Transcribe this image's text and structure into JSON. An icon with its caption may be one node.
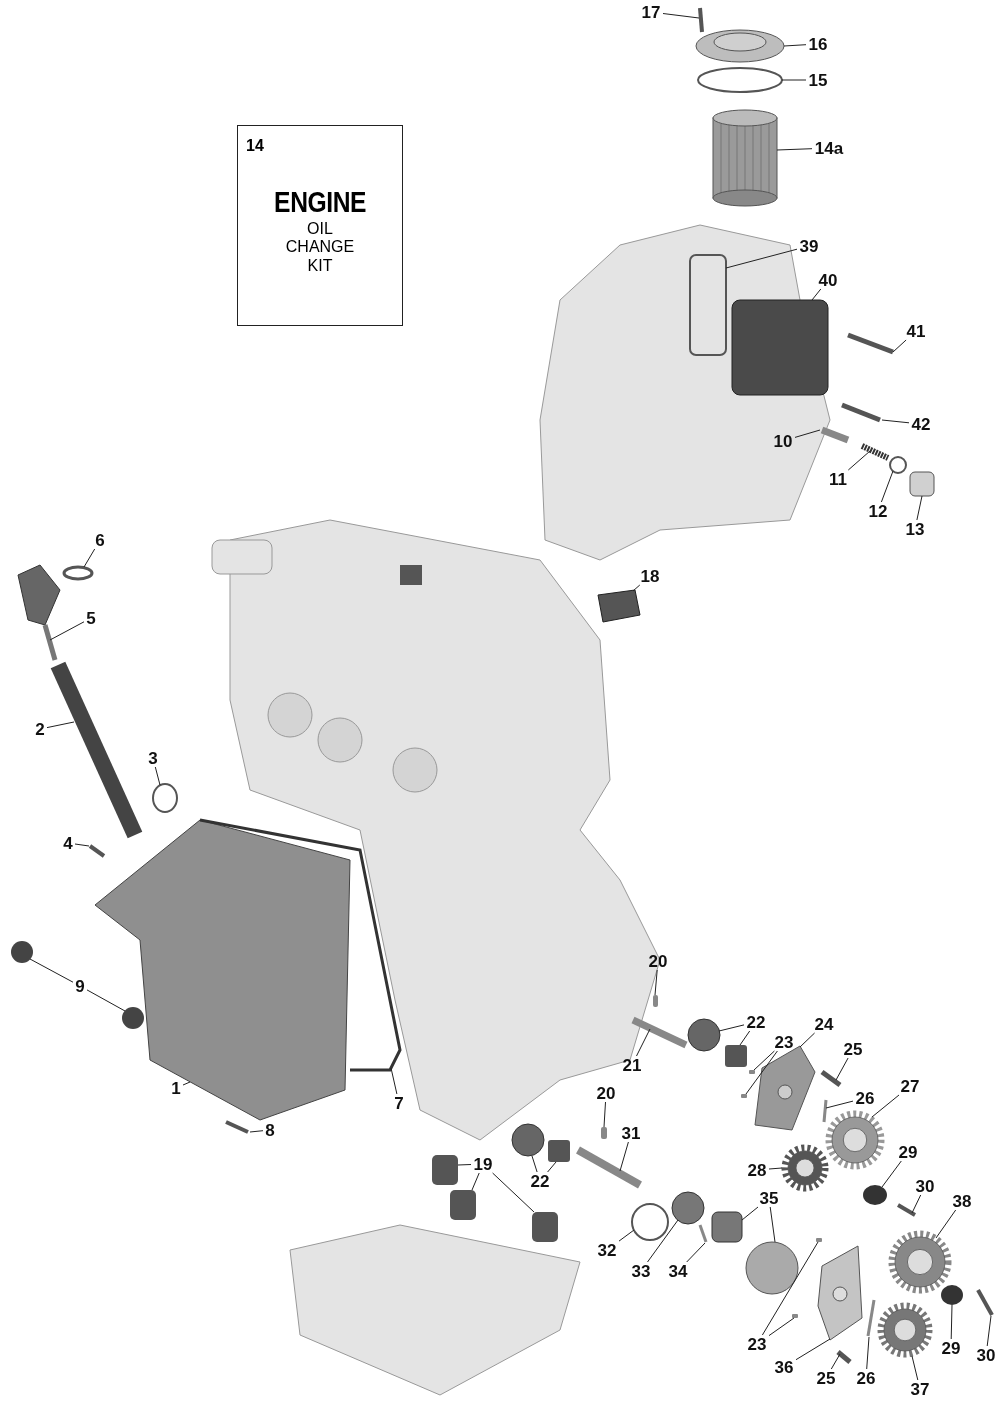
{
  "diagram": {
    "nodes": [
      {
        "text": [
          "14",
          "ENGINE",
          "OIL CHANGE KIT"
        ]
      },
      {
        "text": [
          "17"
        ]
      },
      {
        "text": [
          "16"
        ]
      },
      {
        "text": [
          "15"
        ]
      },
      {
        "text": [
          "14a"
        ]
      },
      {
        "text": [
          "39"
        ]
      },
      {
        "text": [
          "40"
        ]
      },
      {
        "text": [
          "41"
        ]
      },
      {
        "text": [
          "42"
        ]
      },
      {
        "text": [
          "10"
        ]
      },
      {
        "text": [
          "11"
        ]
      },
      {
        "text": [
          "12"
        ]
      },
      {
        "text": [
          "13"
        ]
      },
      {
        "text": [
          "6"
        ]
      },
      {
        "text": [
          "18"
        ]
      },
      {
        "text": [
          "5"
        ]
      },
      {
        "text": [
          "2"
        ]
      },
      {
        "text": [
          "3"
        ]
      },
      {
        "text": [
          "4"
        ]
      },
      {
        "text": [
          "9"
        ]
      },
      {
        "text": [
          "20"
        ]
      },
      {
        "text": [
          "22"
        ]
      },
      {
        "text": [
          "23"
        ]
      },
      {
        "text": [
          "24"
        ]
      },
      {
        "text": [
          "25"
        ]
      },
      {
        "text": [
          "1"
        ]
      },
      {
        "text": [
          "7"
        ]
      },
      {
        "text": [
          "21"
        ]
      },
      {
        "text": [
          "26"
        ]
      },
      {
        "text": [
          "27"
        ]
      },
      {
        "text": [
          "8"
        ]
      },
      {
        "text": [
          "20"
        ]
      },
      {
        "text": [
          "31"
        ]
      },
      {
        "text": [
          "28"
        ]
      },
      {
        "text": [
          "29"
        ]
      },
      {
        "text": [
          "30"
        ]
      },
      {
        "text": [
          "19"
        ]
      },
      {
        "text": [
          "22"
        ]
      },
      {
        "text": [
          "38"
        ]
      },
      {
        "text": [
          "35"
        ]
      },
      {
        "text": [
          "32"
        ]
      },
      {
        "text": [
          "33"
        ]
      },
      {
        "text": [
          "34"
        ]
      },
      {
        "text": [
          "23"
        ]
      },
      {
        "text": [
          "36"
        ]
      },
      {
        "text": [
          "25"
        ]
      },
      {
        "text": [
          "26"
        ]
      },
      {
        "text": [
          "29"
        ]
      },
      {
        "text": [
          "30"
        ]
      },
      {
        "text": [
          "37"
        ]
      },
      {
        "text": [],
        "shape": "bar"
      },
      {
        "text": [],
        "shape": "picture"
      },
      {
        "text": [],
        "shape": "circle"
      },
      {
        "text": [],
        "shape": "picture"
      },
      {
        "text": [],
        "shape": "box"
      },
      {
        "text": [],
        "shape": "box"
      },
      {
        "text": [],
        "shape": "bar"
      },
      {
        "text": [],
        "shape": "bar"
      },
      {
        "text": [],
        "shape": "bar"
      },
      {
        "text": [],
        "shape": "picture"
      },
      {
        "text": [],
        "shape": "circle"
      },
      {
        "text": [],
        "shape": "box"
      },
      {
        "text": [],
        "shape": "circle"
      },
      {
        "text": [],
        "shape": "picture"
      },
      {
        "text": [],
        "shape": "picture"
      },
      {
        "text": [],
        "shape": "bar"
      },
      {
        "text": [],
        "shape": "circle"
      },
      {
        "text": [],
        "shape": "bar"
      },
      {
        "text": [],
        "shape": "circle"
      },
      {
        "text": [],
        "shape": "circle"
      },
      {
        "text": [],
        "shape": "box"
      },
      {
        "text": [],
        "shape": "circle"
      },
      {
        "text": [],
        "shape": "box"
      },
      {
        "text": [],
        "shape": "box"
      },
      {
        "text": [],
        "shape": "box"
      },
      {
        "text": [],
        "shape": "picture"
      },
      {
        "text": [],
        "shape": "bar"
      },
      {
        "text": [],
        "shape": "picture"
      },
      {
        "text": [],
        "shape": "picture"
      },
      {
        "text": [],
        "shape": "bar"
      },
      {
        "text": [],
        "shape": "bar"
      },
      {
        "text": [],
        "shape": "picture"
      },
      {
        "text": [],
        "shape": "bar"
      },
      {
        "text": [],
        "shape": "box"
      },
      {
        "text": [],
        "shape": "bar"
      },
      {
        "text": [],
        "shape": "picture"
      },
      {
        "text": [],
        "shape": "circle"
      },
      {
        "text": [],
        "shape": "bar"
      },
      {
        "text": [],
        "shape": "box"
      },
      {
        "text": [],
        "shape": "box"
      },
      {
        "text": [],
        "shape": "box"
      },
      {
        "text": [],
        "shape": "circle"
      },
      {
        "text": [],
        "shape": "box"
      },
      {
        "text": [],
        "shape": "picture"
      },
      {
        "text": [],
        "shape": "box"
      },
      {
        "text": [],
        "shape": "circle"
      },
      {
        "text": [],
        "shape": "circle"
      },
      {
        "text": [],
        "shape": "circle"
      },
      {
        "text": [],
        "shape": "bar"
      },
      {
        "text": [],
        "shape": "box"
      },
      {
        "text": [],
        "shape": "box"
      },
      {
        "text": [],
        "shape": "picture"
      },
      {
        "text": [],
        "shape": "bar"
      },
      {
        "text": [],
        "shape": "bar"
      },
      {
        "text": [],
        "shape": "circle"
      },
      {
        "text": [],
        "shape": "bar"
      },
      {
        "text": [],
        "shape": "picture"
      }
    ],
    "edges": [
      {
        "from": 1,
        "to": 50,
        "arrow": "none"
      },
      {
        "from": 2,
        "to": 51,
        "arrow": "none"
      },
      {
        "from": 3,
        "to": 52,
        "arrow": "none"
      },
      {
        "from": 4,
        "to": 53,
        "arrow": "none"
      },
      {
        "from": 5,
        "to": 54,
        "arrow": "none"
      },
      {
        "from": 6,
        "to": 55,
        "arrow": "none"
      },
      {
        "from": 7,
        "to": 56,
        "arrow": "none"
      },
      {
        "from": 8,
        "to": 57,
        "arrow": "none"
      },
      {
        "from": 9,
        "to": 58,
        "arrow": "none"
      },
      {
        "from": 10,
        "to": 59,
        "arrow": "none"
      },
      {
        "from": 11,
        "to": 60,
        "arrow": "none"
      },
      {
        "from": 12,
        "to": 61,
        "arrow": "none"
      },
      {
        "from": 13,
        "to": 62,
        "arrow": "none"
      },
      {
        "from": 14,
        "to": 63,
        "arrow": "none"
      },
      {
        "from": 15,
        "to": 64,
        "arrow": "none"
      },
      {
        "from": 16,
        "to": 65,
        "arrow": "none"
      },
      {
        "from": 17,
        "to": 66,
        "arrow": "none"
      },
      {
        "from": 18,
        "to": 67,
        "arrow": "none"
      },
      {
        "from": 19,
        "to": 68,
        "arrow": "none"
      },
      {
        "from": 19,
        "to": 69,
        "arrow": "none"
      },
      {
        "from": 20,
        "to": 70,
        "arrow": "none"
      },
      {
        "from": 21,
        "to": 71,
        "arrow": "none"
      },
      {
        "from": 21,
        "to": 72,
        "arrow": "none"
      },
      {
        "from": 22,
        "to": 73,
        "arrow": "none"
      },
      {
        "from": 22,
        "to": 74,
        "arrow": "none"
      },
      {
        "from": 23,
        "to": 75,
        "arrow": "none"
      },
      {
        "from": 24,
        "to": 76,
        "arrow": "none"
      },
      {
        "from": 25,
        "to": 77,
        "arrow": "none"
      },
      {
        "from": 26,
        "to": 78,
        "arrow": "none"
      },
      {
        "from": 27,
        "to": 79,
        "arrow": "none"
      },
      {
        "from": 28,
        "to": 80,
        "arrow": "none"
      },
      {
        "from": 29,
        "to": 81,
        "arrow": "none"
      },
      {
        "from": 30,
        "to": 82,
        "arrow": "none"
      },
      {
        "from": 31,
        "to": 83,
        "arrow": "none"
      },
      {
        "from": 32,
        "to": 84,
        "arrow": "none"
      },
      {
        "from": 33,
        "to": 85,
        "arrow": "none"
      },
      {
        "from": 34,
        "to": 86,
        "arrow": "none"
      },
      {
        "from": 35,
        "to": 87,
        "arrow": "none"
      },
      {
        "from": 36,
        "to": 88,
        "arrow": "none"
      },
      {
        "from": 36,
        "to": 89,
        "arrow": "none"
      },
      {
        "from": 36,
        "to": 90,
        "arrow": "none"
      },
      {
        "from": 37,
        "to": 91,
        "arrow": "none"
      },
      {
        "from": 37,
        "to": 92,
        "arrow": "none"
      },
      {
        "from": 38,
        "to": 93,
        "arrow": "none"
      },
      {
        "from": 39,
        "to": 94,
        "arrow": "none"
      },
      {
        "from": 39,
        "to": 95,
        "arrow": "none"
      },
      {
        "from": 40,
        "to": 96,
        "arrow": "none"
      },
      {
        "from": 41,
        "to": 97,
        "arrow": "none"
      },
      {
        "from": 42,
        "to": 98,
        "arrow": "none"
      },
      {
        "from": 43,
        "to": 99,
        "arrow": "none"
      },
      {
        "from": 43,
        "to": 100,
        "arrow": "none"
      },
      {
        "from": 44,
        "to": 101,
        "arrow": "none"
      },
      {
        "from": 45,
        "to": 102,
        "arrow": "none"
      },
      {
        "from": 46,
        "to": 103,
        "arrow": "none"
      },
      {
        "from": 47,
        "to": 104,
        "arrow": "none"
      },
      {
        "from": 48,
        "to": 105,
        "arrow": "none"
      },
      {
        "from": 49,
        "to": 106,
        "arrow": "none"
      }
    ]
  }
}
